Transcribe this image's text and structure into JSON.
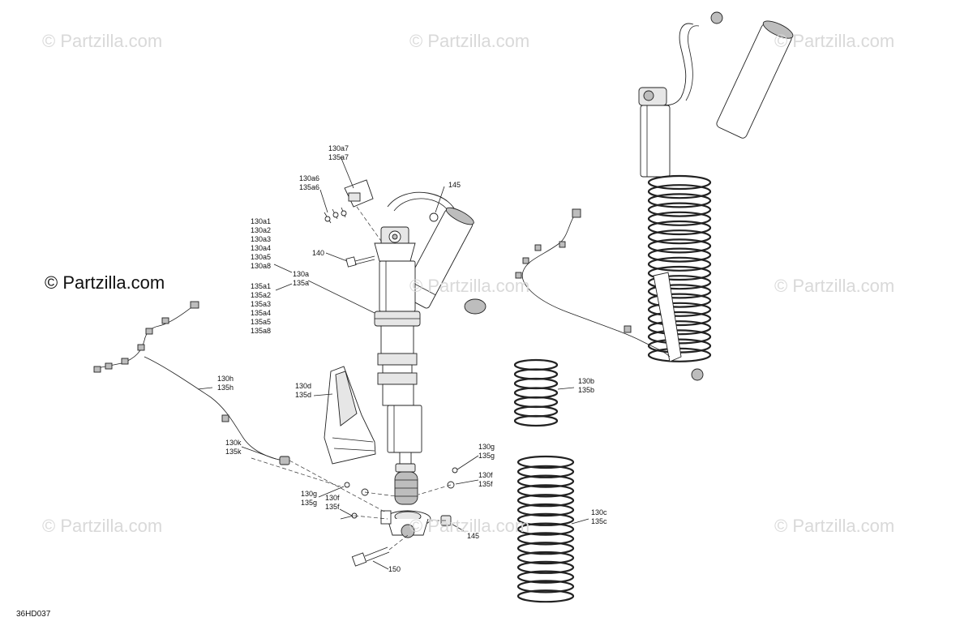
{
  "watermark": {
    "text": "© Partzilla.com",
    "main_text": "© Partzilla.com"
  },
  "drawing_id": "36HD037",
  "callouts": {
    "c130a7": [
      "130a7",
      "135a7"
    ],
    "c130a6": [
      "130a6",
      "135a6"
    ],
    "c145_top": [
      "145"
    ],
    "c140": [
      "140"
    ],
    "list_130a": [
      "130a1",
      "130a2",
      "130a3",
      "130a4",
      "130a5",
      "130a8"
    ],
    "c130a": [
      "130a",
      "135a"
    ],
    "list_135a": [
      "135a1",
      "135a2",
      "135a3",
      "135a4",
      "135a5",
      "135a8"
    ],
    "c130h": [
      "130h",
      "135h"
    ],
    "c130d": [
      "130d",
      "135d"
    ],
    "c130k": [
      "130k",
      "135k"
    ],
    "c130b": [
      "130b",
      "135b"
    ],
    "c130g_right": [
      "130g",
      "135g"
    ],
    "c130f_right": [
      "130f",
      "135f"
    ],
    "c130g_left": [
      "130g",
      "135g"
    ],
    "c130f_left": [
      "130f",
      "135f"
    ],
    "c130c": [
      "130c",
      "135c"
    ],
    "c145_bottom": [
      "145"
    ],
    "c150": [
      "150"
    ]
  }
}
